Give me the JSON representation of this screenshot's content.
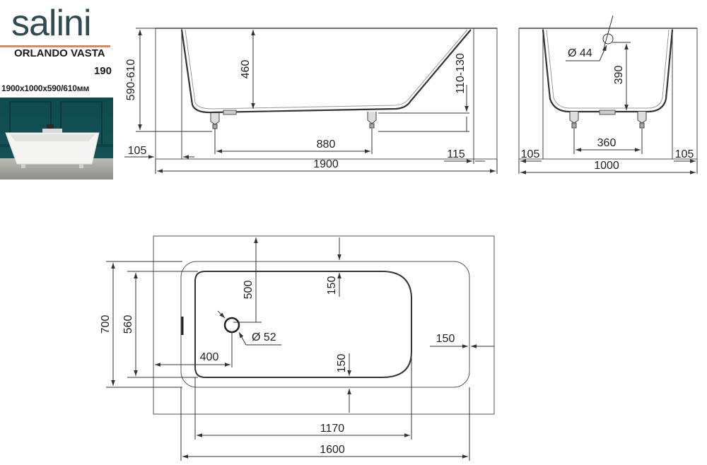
{
  "brand": {
    "logo_text": "salini",
    "logo_color": "#2f4c52",
    "accent_color": "#d78b5c",
    "model_name": "ORLANDO VASTA",
    "model_number": "190",
    "model_dims": "1900x1000x590/610мм"
  },
  "photo": {
    "description_icon": "bathtub-photo",
    "wall_color": "#0f4b4e"
  },
  "side_view": {
    "height_total": "590-610",
    "depth_inner": "460",
    "rim_height": "110-130",
    "foot_spacing": "880",
    "left_offset": "105",
    "right_offset": "115",
    "length_total": "1900"
  },
  "end_view": {
    "drain_diameter": "Ø 44",
    "drain_height": "390",
    "foot_spacing": "360",
    "left_offset": "105",
    "right_offset": "105",
    "width_total": "1000"
  },
  "top_view": {
    "width_total": "700",
    "width_inner": "560",
    "drain_from_edge": "500",
    "top_margin": "150",
    "bottom_margin": "150",
    "right_margin": "150",
    "drain_from_end": "400",
    "drain_diameter": "Ø 52",
    "inner_length": "1170",
    "outer_length": "1600"
  }
}
